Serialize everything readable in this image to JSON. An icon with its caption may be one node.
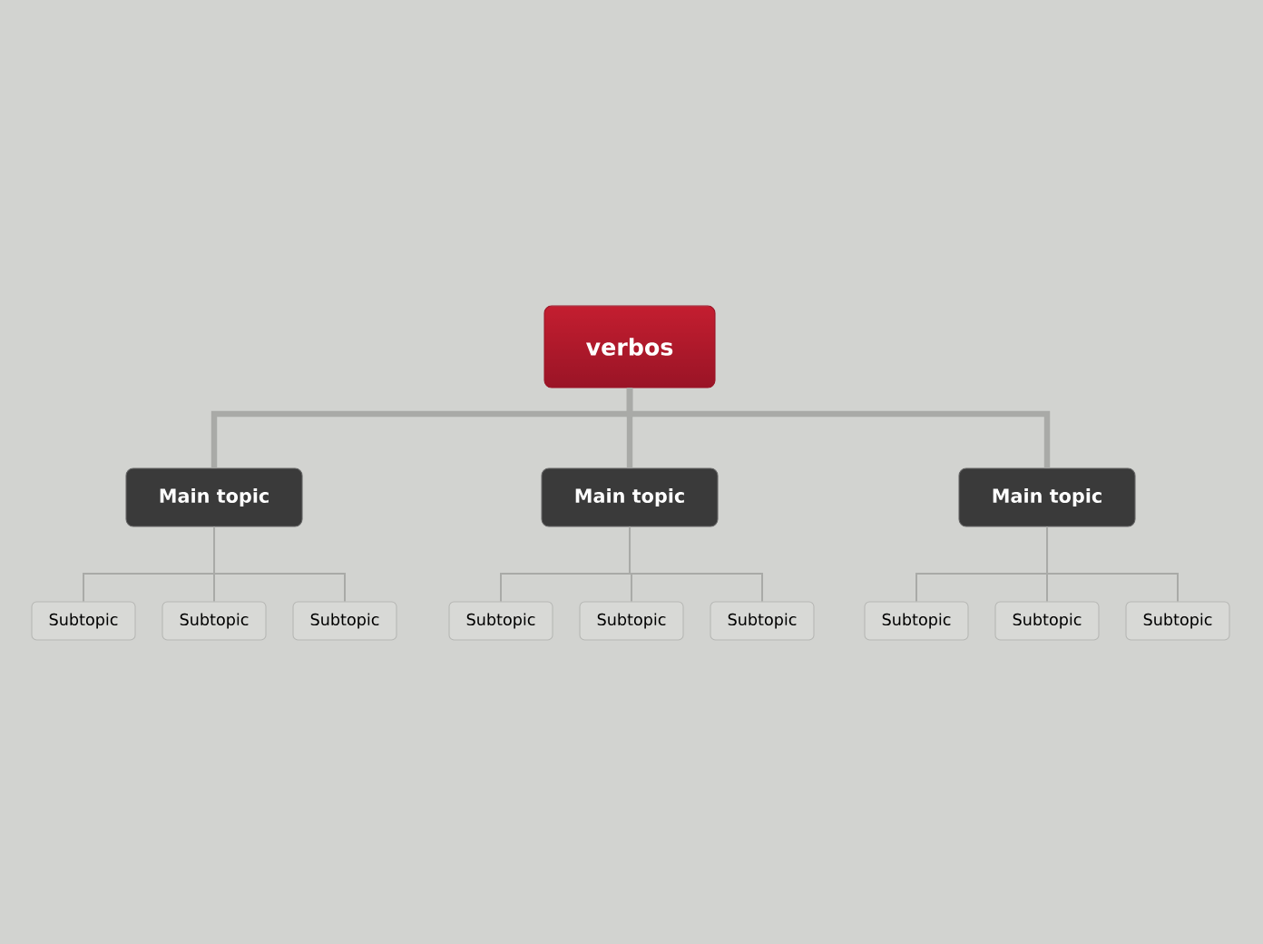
{
  "diagram": {
    "nodes": [
      {
        "text": [
          "verbos"
        ]
      },
      {
        "text": [
          "Main topic"
        ]
      },
      {
        "text": [
          "Main topic"
        ]
      },
      {
        "text": [
          "Main topic"
        ]
      },
      {
        "text": [
          "Subtopic"
        ]
      },
      {
        "text": [
          "Subtopic"
        ]
      },
      {
        "text": [
          "Subtopic"
        ]
      },
      {
        "text": [
          "Subtopic"
        ]
      },
      {
        "text": [
          "Subtopic"
        ]
      },
      {
        "text": [
          "Subtopic"
        ]
      },
      {
        "text": [
          "Subtopic"
        ]
      },
      {
        "text": [
          "Subtopic"
        ]
      },
      {
        "text": [
          "Subtopic"
        ]
      }
    ],
    "edges": [
      {
        "from": 0,
        "to": 1,
        "arrow": "none",
        "style": "thick"
      },
      {
        "from": 0,
        "to": 2,
        "arrow": "none",
        "style": "thick"
      },
      {
        "from": 0,
        "to": 3,
        "arrow": "none",
        "style": "thick"
      },
      {
        "from": 1,
        "to": 4,
        "arrow": "none"
      },
      {
        "from": 1,
        "to": 5,
        "arrow": "none"
      },
      {
        "from": 1,
        "to": 6,
        "arrow": "none"
      },
      {
        "from": 2,
        "to": 7,
        "arrow": "none"
      },
      {
        "from": 2,
        "to": 8,
        "arrow": "none"
      },
      {
        "from": 2,
        "to": 9,
        "arrow": "none"
      },
      {
        "from": 3,
        "to": 10,
        "arrow": "none"
      },
      {
        "from": 3,
        "to": 11,
        "arrow": "none"
      },
      {
        "from": 3,
        "to": 12,
        "arrow": "none"
      }
    ]
  }
}
